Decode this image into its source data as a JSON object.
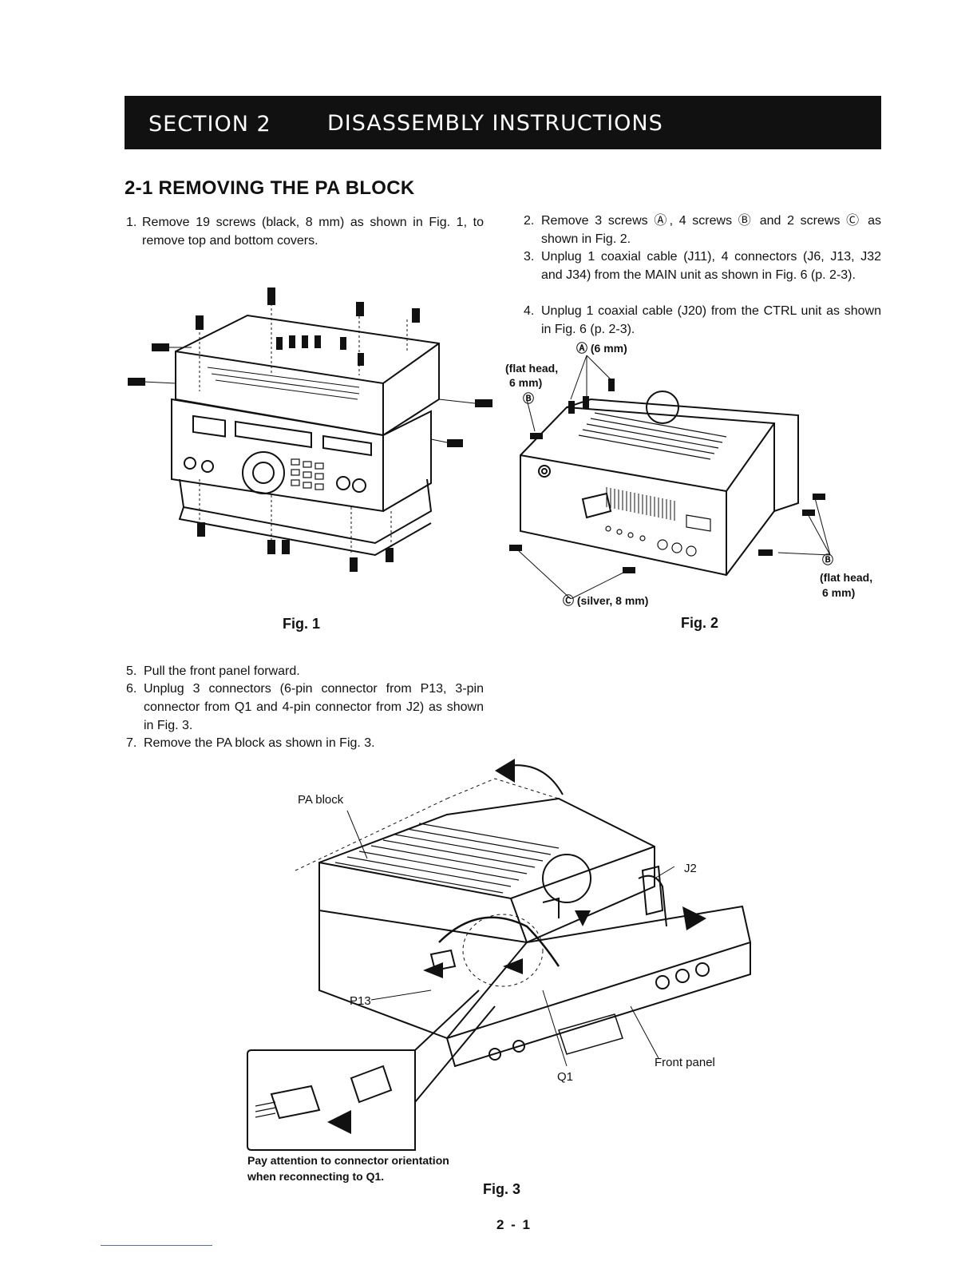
{
  "header": {
    "section_number": "SECTION  2",
    "section_title": "DISASSEMBLY INSTRUCTIONS"
  },
  "heading": "2-1 REMOVING THE PA BLOCK",
  "steps": [
    {
      "n": "1.",
      "text": "Remove 19 screws (black, 8 mm) as shown in Fig. 1, to remove top and bottom covers."
    },
    {
      "n": "2.",
      "text": "Remove 3 screws Ⓐ, 4 screws Ⓑ and 2 screws Ⓒ as shown in Fig. 2."
    },
    {
      "n": "3.",
      "text": "Unplug 1 coaxial cable (J11), 4 connectors (J6, J13, J32 and J34) from the MAIN unit as shown in Fig. 6 (p. 2-3)."
    },
    {
      "n": "4.",
      "text": "Unplug 1 coaxial cable (J20) from the CTRL unit as shown in Fig. 6 (p. 2-3)."
    },
    {
      "n": "5.",
      "text": "Pull the front panel forward."
    },
    {
      "n": "6.",
      "text": "Unplug 3 connectors (6-pin connector from P13, 3-pin connector from Q1 and 4-pin connector from J2) as shown in Fig. 3."
    },
    {
      "n": "7.",
      "text": "Remove the PA block as shown in Fig. 3."
    }
  ],
  "fig2_labels": {
    "a_screw": "Ⓐ (6 mm)",
    "flat_head_left_1": "(flat head,",
    "flat_head_left_2": "6 mm)",
    "b_left": "Ⓑ",
    "b_right": "Ⓑ",
    "flat_head_right_1": "(flat head,",
    "flat_head_right_2": "6 mm)",
    "c_screw": "Ⓒ (silver, 8 mm)"
  },
  "fig3_labels": {
    "pa_block": "PA block",
    "j2": "J2",
    "p13": "P13",
    "front_panel": "Front panel",
    "q1": "Q1",
    "note_1": "Pay attention to connector orientation",
    "note_2": "when reconnecting to Q1."
  },
  "figures": {
    "fig1": "Fig. 1",
    "fig2": "Fig. 2",
    "fig3": "Fig. 3"
  },
  "page_number": "2 - 1"
}
